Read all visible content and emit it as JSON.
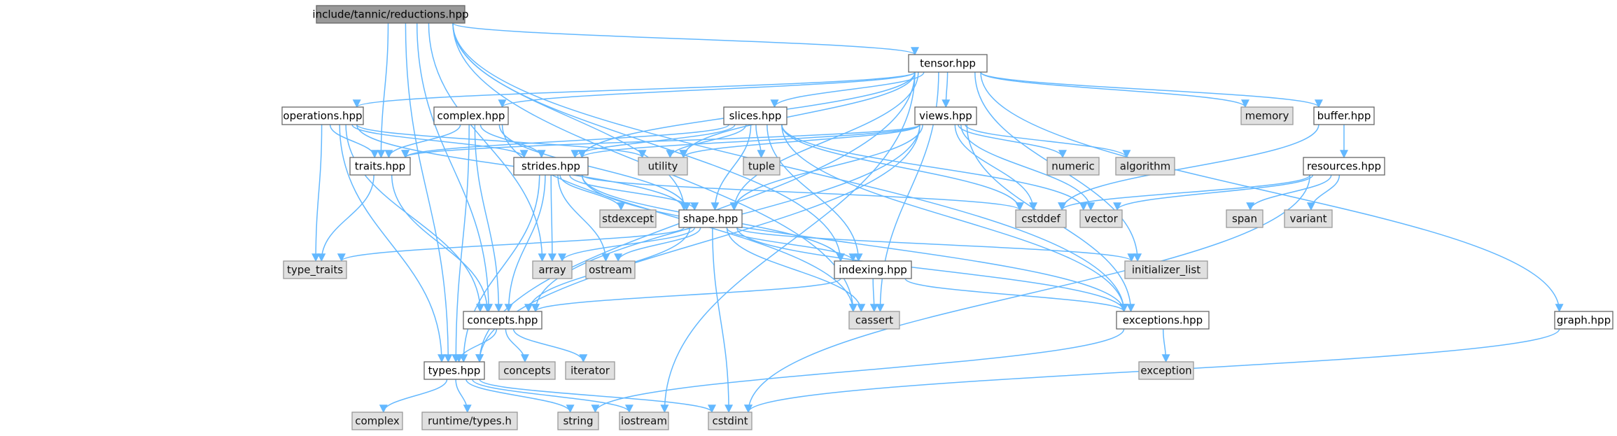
{
  "graph": {
    "colors": {
      "edge": "#63b8ff",
      "root_fill": "#999999",
      "local_fill": "#ffffff",
      "system_fill": "#e0e0e0",
      "border": "#666666"
    },
    "nodes": [
      {
        "id": "root",
        "label": "include/tannic/reductions.hpp",
        "kind": "root"
      },
      {
        "id": "tensor",
        "label": "tensor.hpp",
        "kind": "local"
      },
      {
        "id": "operations",
        "label": "operations.hpp",
        "kind": "local"
      },
      {
        "id": "complex_hpp",
        "label": "complex.hpp",
        "kind": "local"
      },
      {
        "id": "slices",
        "label": "slices.hpp",
        "kind": "local"
      },
      {
        "id": "views",
        "label": "views.hpp",
        "kind": "local"
      },
      {
        "id": "memory",
        "label": "memory",
        "kind": "system"
      },
      {
        "id": "buffer",
        "label": "buffer.hpp",
        "kind": "local"
      },
      {
        "id": "traits",
        "label": "traits.hpp",
        "kind": "local"
      },
      {
        "id": "strides",
        "label": "strides.hpp",
        "kind": "local"
      },
      {
        "id": "utility",
        "label": "utility",
        "kind": "system"
      },
      {
        "id": "tuple",
        "label": "tuple",
        "kind": "system"
      },
      {
        "id": "numeric",
        "label": "numeric",
        "kind": "system"
      },
      {
        "id": "algorithm",
        "label": "algorithm",
        "kind": "system"
      },
      {
        "id": "resources",
        "label": "resources.hpp",
        "kind": "local"
      },
      {
        "id": "stdexcept",
        "label": "stdexcept",
        "kind": "system"
      },
      {
        "id": "shape",
        "label": "shape.hpp",
        "kind": "local"
      },
      {
        "id": "cstddef",
        "label": "cstddef",
        "kind": "system"
      },
      {
        "id": "vector",
        "label": "vector",
        "kind": "system"
      },
      {
        "id": "span",
        "label": "span",
        "kind": "system"
      },
      {
        "id": "variant",
        "label": "variant",
        "kind": "system"
      },
      {
        "id": "type_traits",
        "label": "type_traits",
        "kind": "system"
      },
      {
        "id": "array",
        "label": "array",
        "kind": "system"
      },
      {
        "id": "ostream",
        "label": "ostream",
        "kind": "system"
      },
      {
        "id": "indexing",
        "label": "indexing.hpp",
        "kind": "local"
      },
      {
        "id": "initializer_list",
        "label": "initializer_list",
        "kind": "system"
      },
      {
        "id": "concepts_hpp",
        "label": "concepts.hpp",
        "kind": "local"
      },
      {
        "id": "cassert",
        "label": "cassert",
        "kind": "system"
      },
      {
        "id": "exceptions",
        "label": "exceptions.hpp",
        "kind": "local"
      },
      {
        "id": "graph_hpp",
        "label": "graph.hpp",
        "kind": "local"
      },
      {
        "id": "concepts",
        "label": "concepts",
        "kind": "system"
      },
      {
        "id": "iterator",
        "label": "iterator",
        "kind": "system"
      },
      {
        "id": "types",
        "label": "types.hpp",
        "kind": "local"
      },
      {
        "id": "exception",
        "label": "exception",
        "kind": "system"
      },
      {
        "id": "complex",
        "label": "complex",
        "kind": "system"
      },
      {
        "id": "runtime_types",
        "label": "runtime/types.h",
        "kind": "system"
      },
      {
        "id": "string",
        "label": "string",
        "kind": "system"
      },
      {
        "id": "iostream",
        "label": "iostream",
        "kind": "system"
      },
      {
        "id": "cstdint",
        "label": "cstdint",
        "kind": "system"
      }
    ],
    "edges": [
      [
        "root",
        "tensor"
      ],
      [
        "root",
        "traits"
      ],
      [
        "root",
        "shape"
      ],
      [
        "root",
        "array"
      ],
      [
        "root",
        "concepts_hpp"
      ],
      [
        "root",
        "types"
      ],
      [
        "root",
        "exceptions"
      ],
      [
        "root",
        "cassert"
      ],
      [
        "root",
        "indexing"
      ],
      [
        "tensor",
        "operations"
      ],
      [
        "tensor",
        "complex_hpp"
      ],
      [
        "tensor",
        "slices"
      ],
      [
        "tensor",
        "views"
      ],
      [
        "tensor",
        "memory"
      ],
      [
        "tensor",
        "buffer"
      ],
      [
        "tensor",
        "graph_hpp"
      ],
      [
        "tensor",
        "strides"
      ],
      [
        "tensor",
        "utility"
      ],
      [
        "tensor",
        "shape"
      ],
      [
        "tensor",
        "types"
      ],
      [
        "tensor",
        "cassert"
      ],
      [
        "tensor",
        "initializer_list"
      ],
      [
        "tensor",
        "iostream"
      ],
      [
        "operations",
        "traits"
      ],
      [
        "operations",
        "strides"
      ],
      [
        "operations",
        "shape"
      ],
      [
        "operations",
        "type_traits"
      ],
      [
        "operations",
        "concepts_hpp"
      ],
      [
        "operations",
        "types"
      ],
      [
        "operations",
        "utility"
      ],
      [
        "complex_hpp",
        "traits"
      ],
      [
        "complex_hpp",
        "strides"
      ],
      [
        "complex_hpp",
        "shape"
      ],
      [
        "complex_hpp",
        "concepts_hpp"
      ],
      [
        "complex_hpp",
        "types"
      ],
      [
        "complex_hpp",
        "cassert"
      ],
      [
        "slices",
        "traits"
      ],
      [
        "slices",
        "strides"
      ],
      [
        "slices",
        "shape"
      ],
      [
        "slices",
        "indexing"
      ],
      [
        "slices",
        "utility"
      ],
      [
        "slices",
        "tuple"
      ],
      [
        "slices",
        "cstddef"
      ],
      [
        "slices",
        "vector"
      ],
      [
        "slices",
        "exceptions"
      ],
      [
        "views",
        "traits"
      ],
      [
        "views",
        "strides"
      ],
      [
        "views",
        "shape"
      ],
      [
        "views",
        "utility"
      ],
      [
        "views",
        "numeric"
      ],
      [
        "views",
        "algorithm"
      ],
      [
        "views",
        "cstddef"
      ],
      [
        "views",
        "vector"
      ],
      [
        "views",
        "exceptions"
      ],
      [
        "views",
        "concepts_hpp"
      ],
      [
        "views",
        "types"
      ],
      [
        "buffer",
        "resources"
      ],
      [
        "buffer",
        "cstddef"
      ],
      [
        "resources",
        "span"
      ],
      [
        "resources",
        "variant"
      ],
      [
        "resources",
        "cstddef"
      ],
      [
        "resources",
        "vector"
      ],
      [
        "resources",
        "cstdint"
      ],
      [
        "traits",
        "type_traits"
      ],
      [
        "traits",
        "concepts_hpp"
      ],
      [
        "strides",
        "stdexcept"
      ],
      [
        "strides",
        "shape"
      ],
      [
        "strides",
        "ostream"
      ],
      [
        "strides",
        "array"
      ],
      [
        "strides",
        "cstddef"
      ],
      [
        "strides",
        "indexing"
      ],
      [
        "strides",
        "concepts_hpp"
      ],
      [
        "strides",
        "exceptions"
      ],
      [
        "strides",
        "types"
      ],
      [
        "shape",
        "type_traits"
      ],
      [
        "shape",
        "array"
      ],
      [
        "shape",
        "ostream"
      ],
      [
        "shape",
        "initializer_list"
      ],
      [
        "shape",
        "indexing"
      ],
      [
        "shape",
        "concepts_hpp"
      ],
      [
        "shape",
        "cassert"
      ],
      [
        "shape",
        "exceptions"
      ],
      [
        "shape",
        "cstdint"
      ],
      [
        "indexing",
        "concepts_hpp"
      ],
      [
        "indexing",
        "cassert"
      ],
      [
        "indexing",
        "exceptions"
      ],
      [
        "concepts_hpp",
        "types"
      ],
      [
        "concepts_hpp",
        "concepts"
      ],
      [
        "concepts_hpp",
        "iterator"
      ],
      [
        "exceptions",
        "exception"
      ],
      [
        "exceptions",
        "string"
      ],
      [
        "graph_hpp",
        "cstdint"
      ],
      [
        "types",
        "complex"
      ],
      [
        "types",
        "runtime_types"
      ],
      [
        "types",
        "string"
      ],
      [
        "types",
        "iostream"
      ],
      [
        "types",
        "cstdint"
      ]
    ]
  }
}
